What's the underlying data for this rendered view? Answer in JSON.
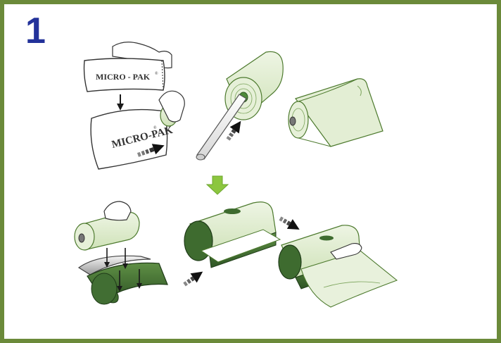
{
  "step_number": "1",
  "brand_small": "MICRO - PAK",
  "brand_small_mark": "®",
  "brand_large": "MICRO-PAK",
  "brand_large_mark": "®",
  "colors": {
    "frame": "#6b8a3a",
    "step_number": "#23329a",
    "film": "#dfeccf",
    "film_stroke": "#4d7a2e",
    "dispenser": "#3e6b2f",
    "arrow_green": "#8cc63f",
    "arrow_dark": "#1a1a1a"
  }
}
